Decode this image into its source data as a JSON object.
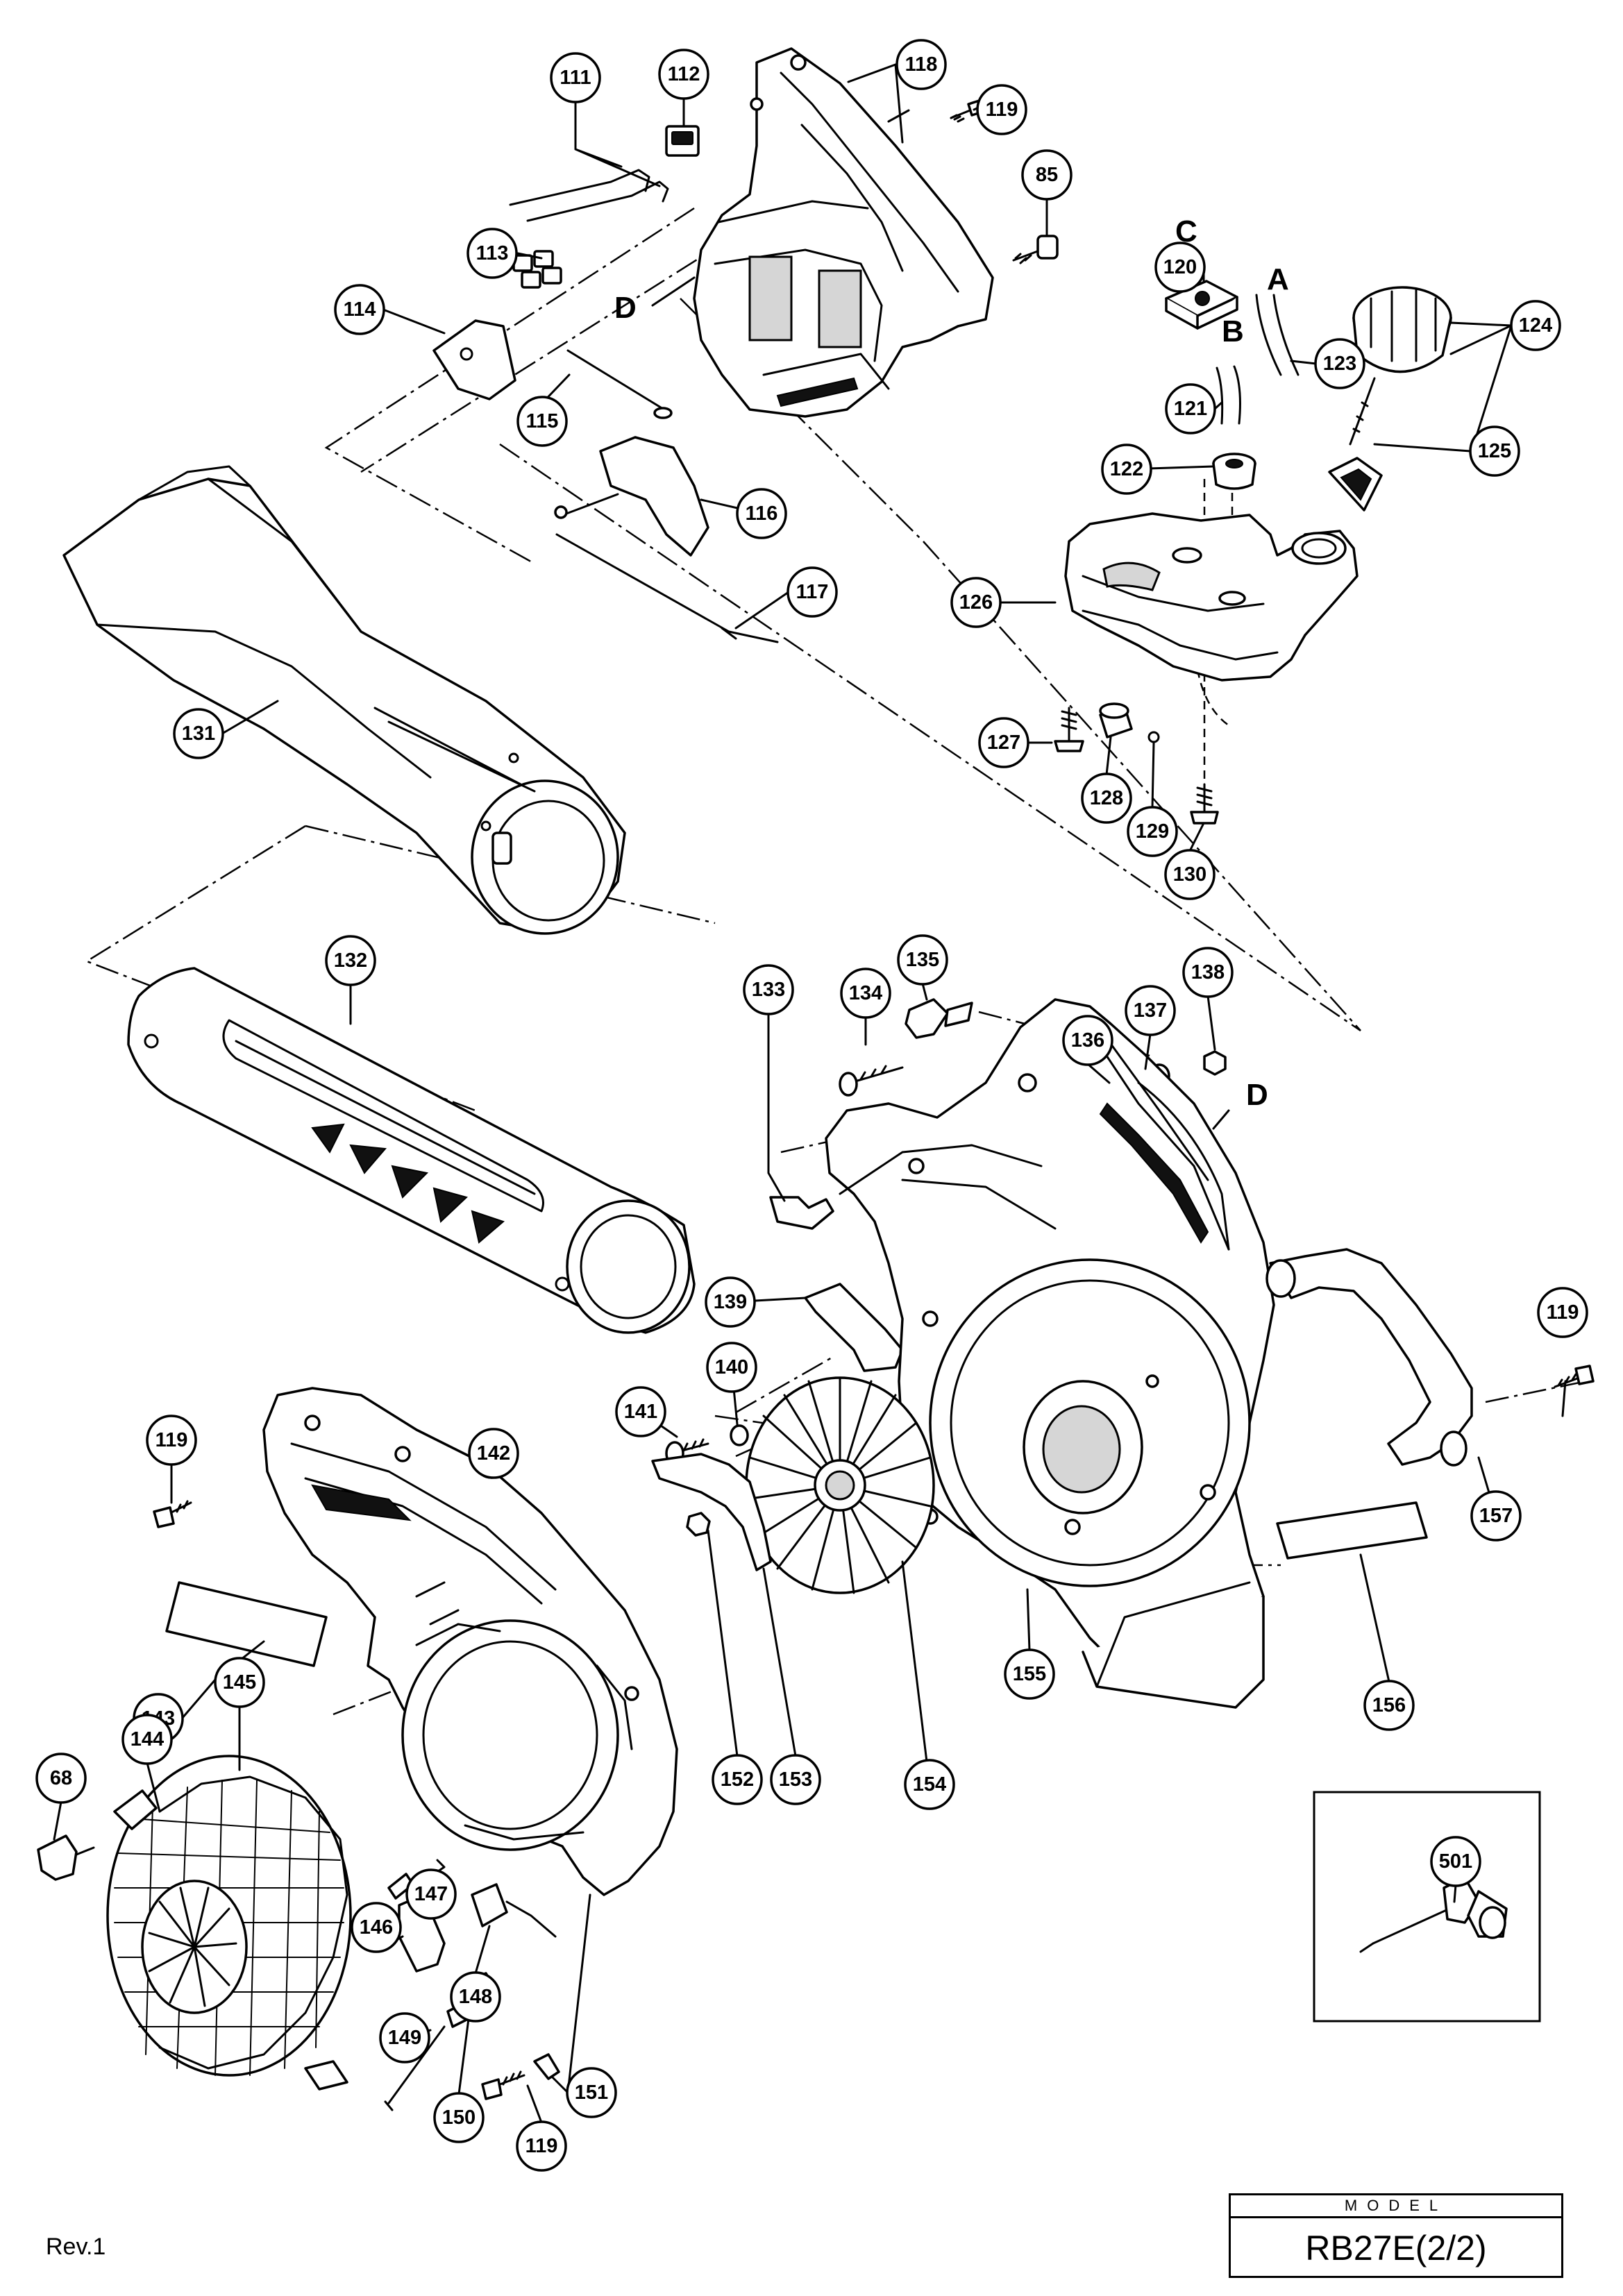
{
  "parts": {
    "p111": "111",
    "p112": "112",
    "p113": "113",
    "p114": "114",
    "p115": "115",
    "p116": "116",
    "p117": "117",
    "p118": "118",
    "p119": "119",
    "p85": "85",
    "p120": "120",
    "p121": "121",
    "p122": "122",
    "p123": "123",
    "p124": "124",
    "p125": "125",
    "p126": "126",
    "p127": "127",
    "p128": "128",
    "p129": "129",
    "p130": "130",
    "p131": "131",
    "p132": "132",
    "p133": "133",
    "p134": "134",
    "p135": "135",
    "p136": "136",
    "p137": "137",
    "p138": "138",
    "p139": "139",
    "p140": "140",
    "p141": "141",
    "p142": "142",
    "p143": "143",
    "p144": "144",
    "p145": "145",
    "p146": "146",
    "p147": "147",
    "p148": "148",
    "p149": "149",
    "p150": "150",
    "p151": "151",
    "p152": "152",
    "p153": "153",
    "p154": "154",
    "p155": "155",
    "p156": "156",
    "p157": "157",
    "p68": "68",
    "p501": "501"
  },
  "connectors": {
    "a": "A",
    "b": "B",
    "c": "C",
    "d": "D"
  },
  "model": {
    "caption": "MODEL",
    "value": "RB27E(2/2)"
  },
  "revision": "Rev.1"
}
